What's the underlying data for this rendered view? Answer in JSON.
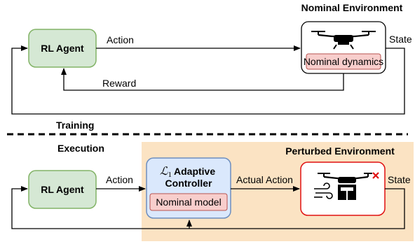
{
  "training": {
    "agent_label": "RL Agent",
    "env_title": "Nominal Environment",
    "env_inner_label": "Nominal dynamics",
    "action_label": "Action",
    "state_label": "State",
    "reward_label": "Reward",
    "section_label": "Training"
  },
  "execution": {
    "section_label": "Execution",
    "agent_label": "RL Agent",
    "action_label": "Action",
    "controller_label_line1": "Adaptive",
    "controller_label_line2": "Controller",
    "controller_inner_label": "Nominal model",
    "actual_action_label": "Actual Action",
    "state_label": "State",
    "env_title": "Perturbed Environment"
  },
  "icons": [
    "drone-icon",
    "damaged-drone-icon",
    "wind-icon",
    "package-icon",
    "cross-mark-icon"
  ],
  "colors": {
    "agent_fill": "#d5e8d4",
    "agent_stroke": "#82b366",
    "inner_fill": "#f8cecc",
    "inner_stroke": "#b85450",
    "controller_fill": "#dae8fc",
    "controller_stroke": "#6c8ebf",
    "perturbed_bg": "#fbe3c3",
    "execution_text": "#ff0000",
    "perturbed_border": "#e01010"
  }
}
